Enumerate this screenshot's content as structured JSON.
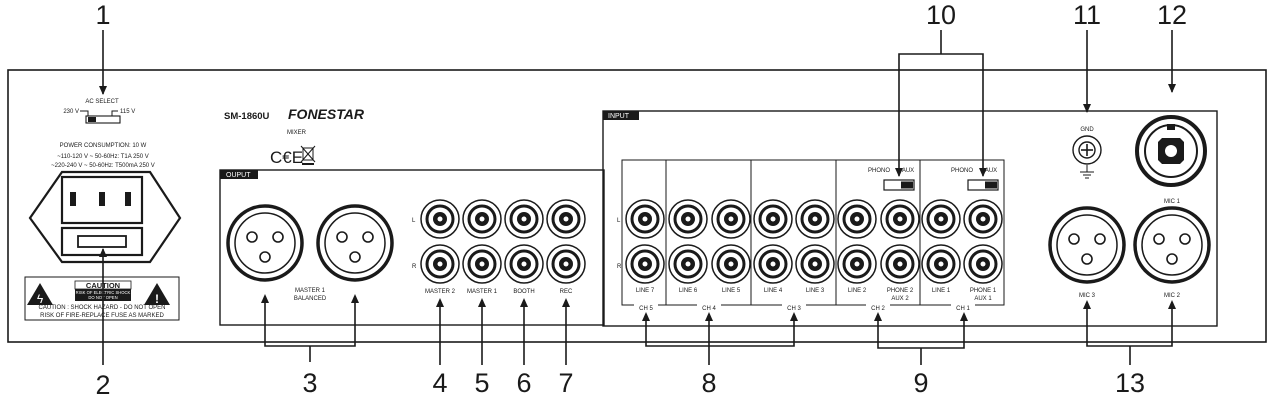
{
  "callouts": [
    "1",
    "2",
    "3",
    "4",
    "5",
    "6",
    "7",
    "8",
    "9",
    "10",
    "11",
    "12",
    "13"
  ],
  "model": "SM-1860U",
  "brand": "FONESTAR",
  "mixer_label": "MIXER",
  "ce_mark": "C€E",
  "ac_select": {
    "title": "AC SELECT",
    "left": "230 V",
    "right": "115 V"
  },
  "power": {
    "line1": "POWER CONSUMPTION: 10 W",
    "line2": "~110-120 V ~ 50-60Hz: T1A  250 V",
    "line3": "~220-240 V ~ 50-60Hz: T500mA  250 V"
  },
  "caution": {
    "title": "CAUTION",
    "sub1": "RISK OF ELECTRIC SHOCK",
    "sub2": "DO NOT OPEN",
    "line1": "CAUTION : SHOCK HAZARD - DO NOT OPEN",
    "line2": "RISK OF FIRE-REPLACE FUSE AS MARKED"
  },
  "output": {
    "header": "OUPUT",
    "master_label1": "MASTER 1",
    "master_label2": "BALANCED",
    "lr": [
      "L",
      "R"
    ],
    "rca_labels": [
      "MASTER 2",
      "MASTER 1",
      "BOOTH",
      "REC"
    ]
  },
  "input": {
    "header": "INPUT",
    "lr": [
      "L",
      "R"
    ],
    "line_labels": [
      "LINE 7",
      "LINE 6",
      "LINE 5",
      "LINE 4",
      "LINE 3",
      "LINE 2",
      "PHONE 2",
      "LINE 1",
      "PHONE 1"
    ],
    "aux_labels": [
      "AUX 2",
      "AUX 1"
    ],
    "switch_left": "PHONO",
    "switch_right": "AUX",
    "channels": [
      "CH 5",
      "CH 4",
      "CH 3",
      "CH 2",
      "CH 1"
    ]
  },
  "gnd": "GND",
  "mics": [
    "MIC 1",
    "MIC 3",
    "MIC 2"
  ]
}
